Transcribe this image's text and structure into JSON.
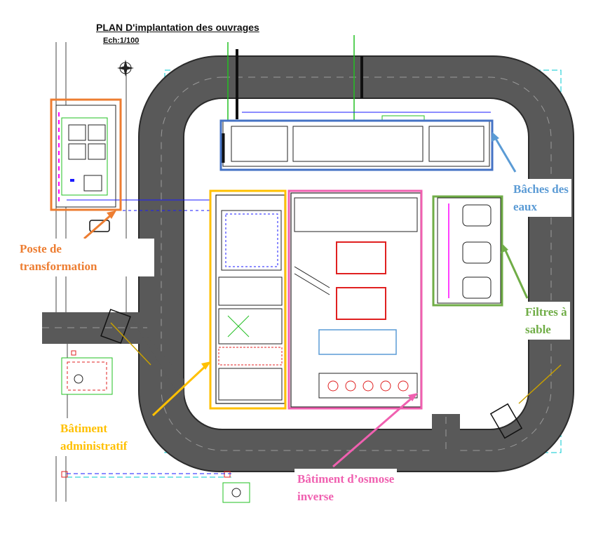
{
  "plan": {
    "title": "PLAN D'implantation des ouvrages",
    "scale": "Ech:1/100"
  },
  "annotations": {
    "poste_transformation": {
      "line1": "Poste de",
      "line2": "transformation",
      "color": "#ED7D31"
    },
    "baches_eaux": {
      "line1": "Bâches des",
      "line2": "eaux",
      "color": "#5B9BD5"
    },
    "filtres_sable": {
      "line1": "Filtres à",
      "line2": "sable",
      "color": "#70AD47"
    },
    "batiment_administratif": {
      "line1": "Bâtiment",
      "line2": "administratif",
      "color": "#FFC000"
    },
    "batiment_osmose": {
      "line1": "Bâtiment d’osmose",
      "line2": "inverse",
      "color": "#F060B0"
    }
  },
  "colors": {
    "road": "#595959",
    "road_edge": "#2b2b2b",
    "cad_line": "#222222",
    "cad_green": "#22c022",
    "cad_magenta": "#ff00ff",
    "cad_cyan": "#00c8d2",
    "cad_blue": "#1a1aff",
    "cad_red": "#e02020"
  }
}
